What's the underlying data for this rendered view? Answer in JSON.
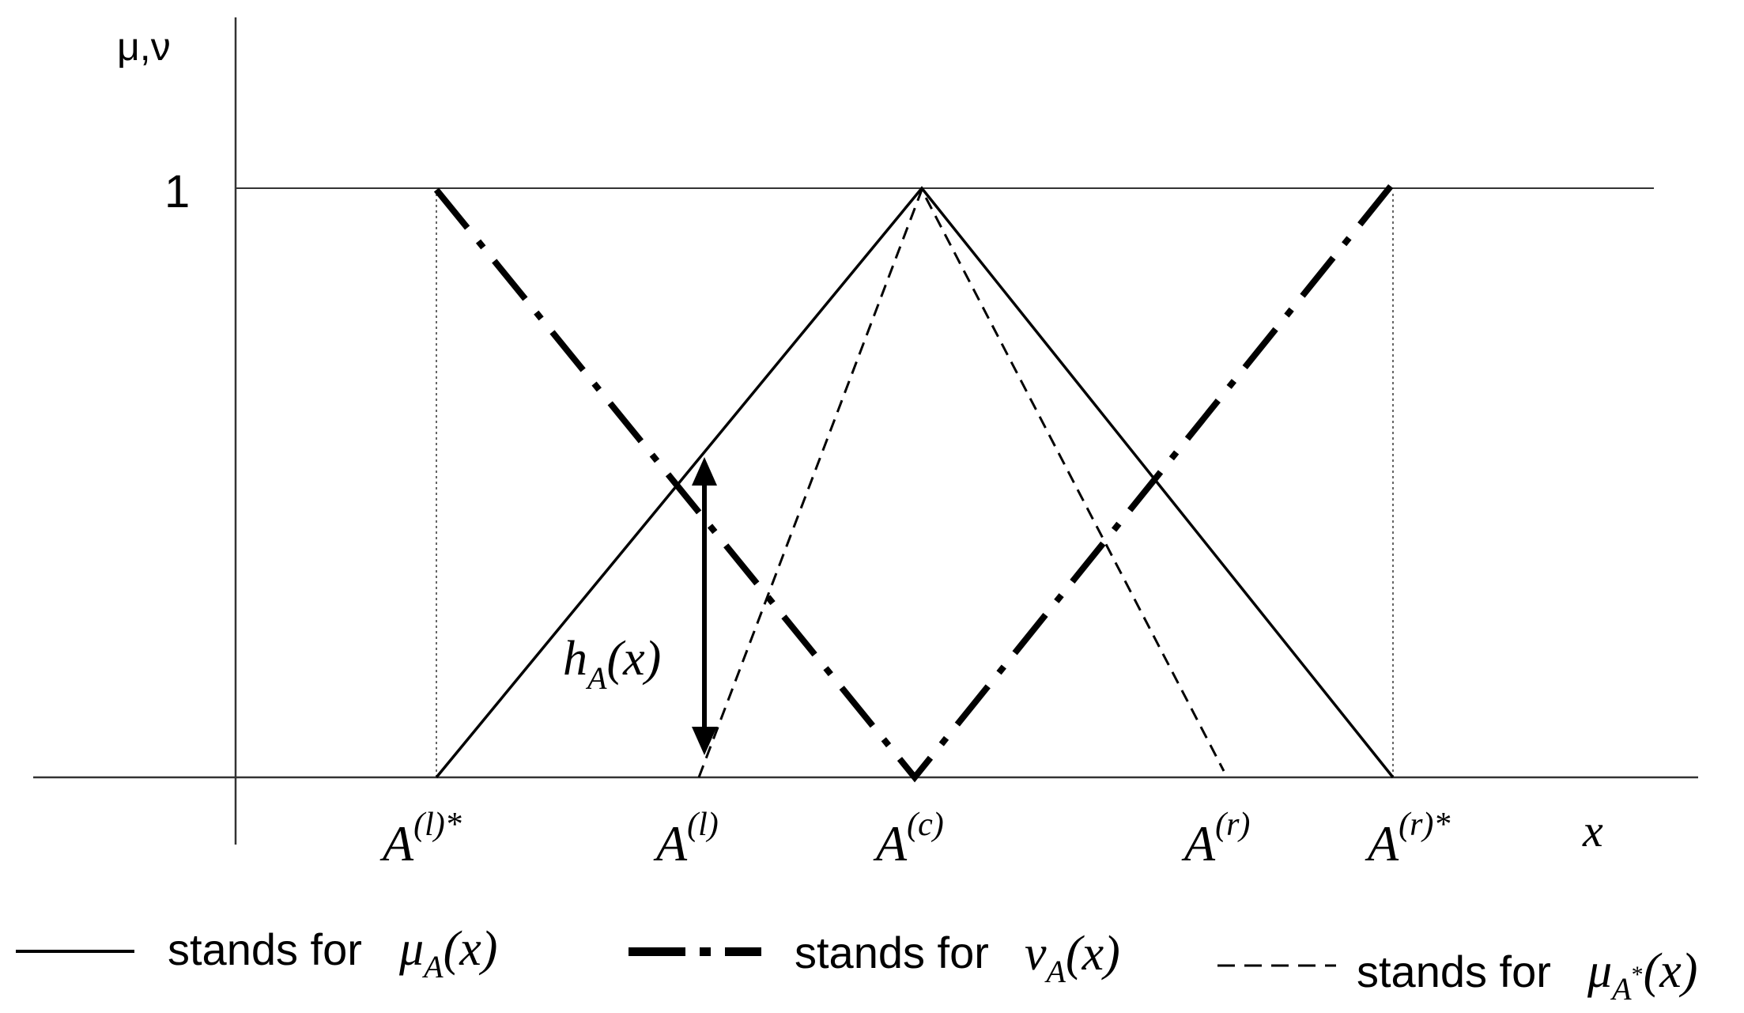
{
  "axes": {
    "y_label": "μ,ν",
    "y_tick_one": "1",
    "x_label": "x"
  },
  "x_ticks": [
    {
      "base": "A",
      "sup": "(l)*"
    },
    {
      "base": "A",
      "sup": "(l)"
    },
    {
      "base": "A",
      "sup": "(c)"
    },
    {
      "base": "A",
      "sup": "(r)"
    },
    {
      "base": "A",
      "sup": "(r)*"
    }
  ],
  "annotation": {
    "base": "h",
    "sub": "A",
    "arg": "(x)"
  },
  "legend": [
    {
      "text": "stands for",
      "sym": "μ",
      "sub": "A",
      "arg": "(x)",
      "line_style": "solid"
    },
    {
      "text": "stands for",
      "sym": "ν",
      "sub": "A",
      "arg": "(x)",
      "line_style": "dash-dot"
    },
    {
      "text": "stands for",
      "sym": "μ",
      "sub": "A",
      "subsup": "*",
      "arg": "(x)",
      "line_style": "dashed"
    }
  ],
  "colors": {
    "ink": "#000000",
    "background": "#ffffff",
    "axis": "#333333"
  }
}
